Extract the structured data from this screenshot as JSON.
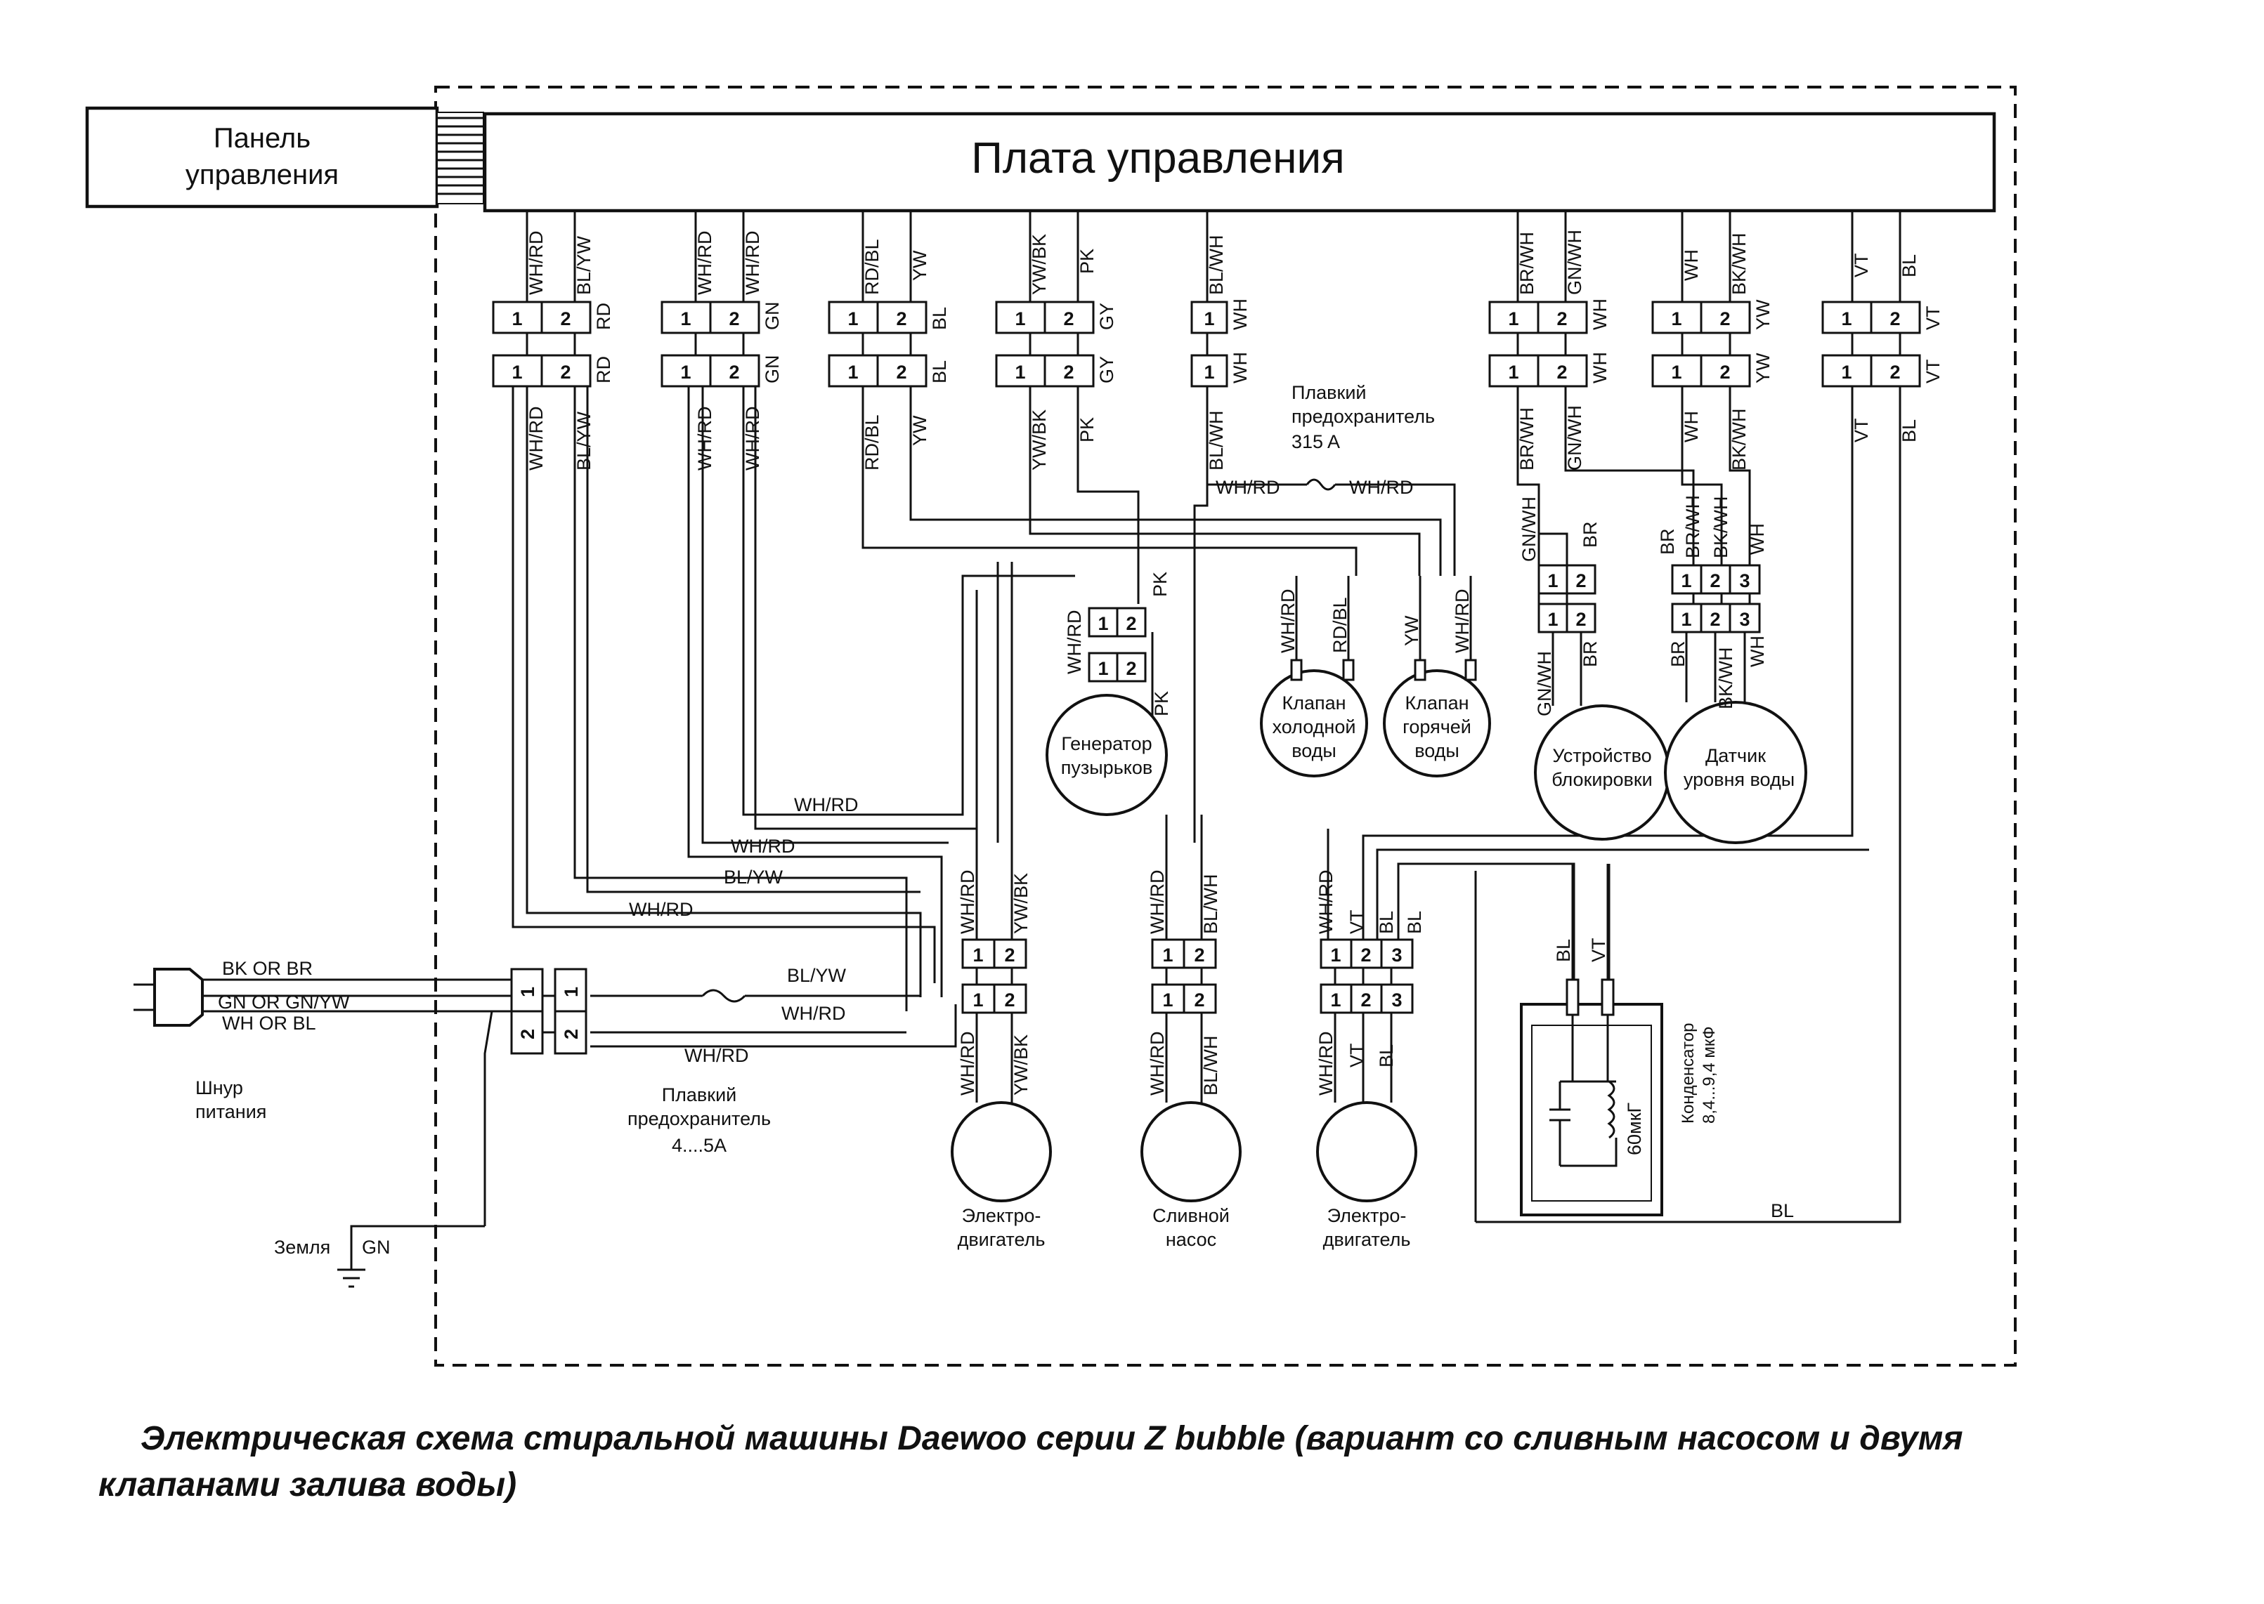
{
  "panel": {
    "line1": "Панель",
    "line2": "управления"
  },
  "board": {
    "title": "Плата управления"
  },
  "pins": {
    "one": "1",
    "two": "2",
    "three": "3"
  },
  "wires": {
    "wh_rd": "WH/RD",
    "bl_yw": "BL/YW",
    "rd_bl": "RD/BL",
    "yw": "YW",
    "yw_bk": "YW/BK",
    "pk": "PK",
    "bl_wh": "BL/WH",
    "br_wh": "BR/WH",
    "gn_wh": "GN/WH",
    "wh": "WH",
    "bk_wh": "BK/WH",
    "vt": "VT",
    "bl": "BL",
    "br": "BR",
    "rd": "RD",
    "gn": "GN",
    "gy": "GY"
  },
  "power": {
    "bk_or_br": "BK OR BR",
    "gn_or_gnyw": "GN OR GN/YW",
    "wh_or_bl": "WH OR BL",
    "cord_line1": "Шнур",
    "cord_line2": "питания"
  },
  "ground": {
    "label": "Земля",
    "wire": "GN"
  },
  "fuse_main": {
    "line1": "Плавкий",
    "line2": "предохранитель",
    "line3": "4....5A"
  },
  "fuse_board": {
    "line1": "Плавкий",
    "line2": "предохранитель",
    "line3": "315 A"
  },
  "components": {
    "bubble_gen": {
      "line1": "Генератор",
      "line2": "пузырьков"
    },
    "cold_valve": {
      "line1": "Клапан",
      "line2": "холодной",
      "line3": "воды"
    },
    "hot_valve": {
      "line1": "Клапан",
      "line2": "горячей",
      "line3": "воды"
    },
    "lock": {
      "line1": "Устройство",
      "line2": "блокировки"
    },
    "level": {
      "line1": "Датчик",
      "line2": "уровня воды"
    },
    "motor1": {
      "line1": "Электро-",
      "line2": "двигатель"
    },
    "pump": {
      "line1": "Сливной",
      "line2": "насос"
    },
    "motor2": {
      "line1": "Электро-",
      "line2": "двигатель"
    },
    "capacitor": {
      "line1": "Конденсатор",
      "line2": "8,4...9,4 мкФ",
      "inductor": "60мкГ"
    }
  },
  "caption": {
    "line1": "Электрическая схема стиральной машины Daewoo серии Z bubble (вариант со сливным насосом и двумя",
    "line2": "клапанами залива воды)"
  }
}
